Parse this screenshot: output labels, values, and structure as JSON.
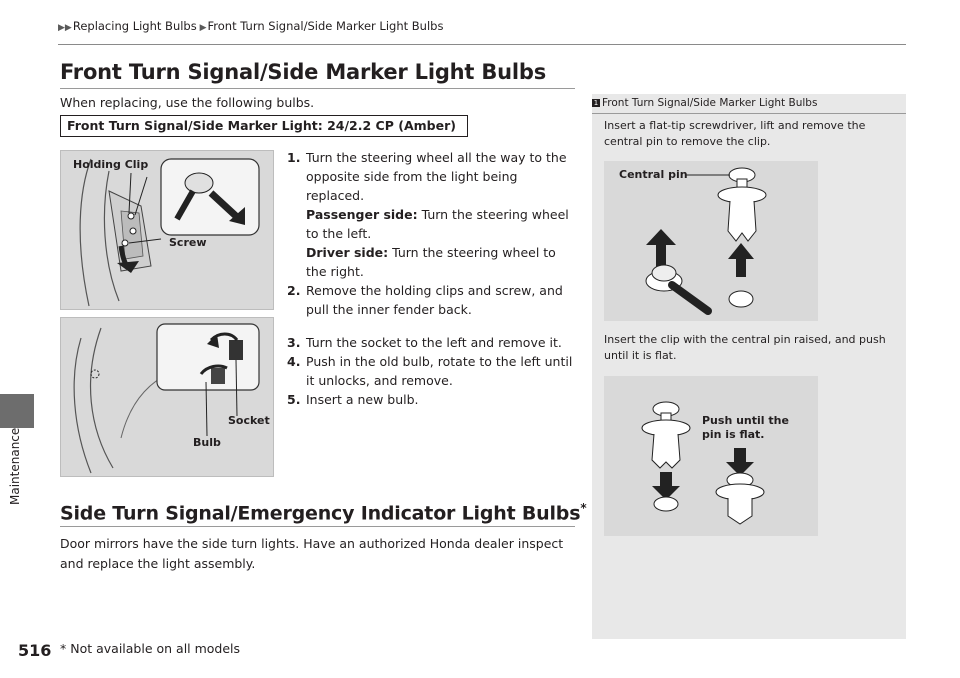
{
  "header": {
    "breadcrumb": [
      "Replacing Light Bulbs",
      "Front Turn Signal/Side Marker Light Bulbs"
    ]
  },
  "side_tab": {
    "label": "Maintenance"
  },
  "section1": {
    "title": "Front Turn Signal/Side Marker Light Bulbs",
    "intro": "When replacing, use the following bulbs.",
    "bulb_spec": "Front Turn Signal/Side Marker Light: 24/2.2 CP (Amber)",
    "figure1": {
      "label_clip": "Holding Clip",
      "label_screw": "Screw"
    },
    "figure2": {
      "label_socket": "Socket",
      "label_bulb": "Bulb"
    },
    "steps": [
      {
        "num": "1.",
        "text": "Turn the steering wheel all the way to the opposite side from the light being replaced."
      },
      {
        "num": "",
        "bold": "Passenger side:",
        "text": " Turn the steering wheel to the left."
      },
      {
        "num": "",
        "bold": "Driver side:",
        "text": " Turn the steering wheel to the right."
      },
      {
        "num": "2.",
        "text": "Remove the holding clips and screw, and pull the inner fender back."
      },
      {
        "num": "3.",
        "text": "Turn the socket to the left and remove it."
      },
      {
        "num": "4.",
        "text": "Push in the old bulb, rotate to the left until it unlocks, and remove."
      },
      {
        "num": "5.",
        "text": "Insert a new bulb."
      }
    ]
  },
  "section2": {
    "title": "Side Turn Signal/Emergency Indicator Light Bulbs",
    "title_mark": "*",
    "text": "Door mirrors have the side turn lights. Have an authorized Honda dealer inspect and replace the light assembly."
  },
  "sidebar": {
    "title": "Front Turn Signal/Side Marker Light Bulbs",
    "text1": "Insert a flat-tip screwdriver, lift and remove the central pin to remove the clip.",
    "figure1_label": "Central pin",
    "text2": "Insert the clip with the central pin raised, and push until it is flat.",
    "figure2_label_line1": "Push until the",
    "figure2_label_line2": "pin is flat."
  },
  "footer": {
    "page_number": "516",
    "footnote": "* Not available on all models"
  }
}
